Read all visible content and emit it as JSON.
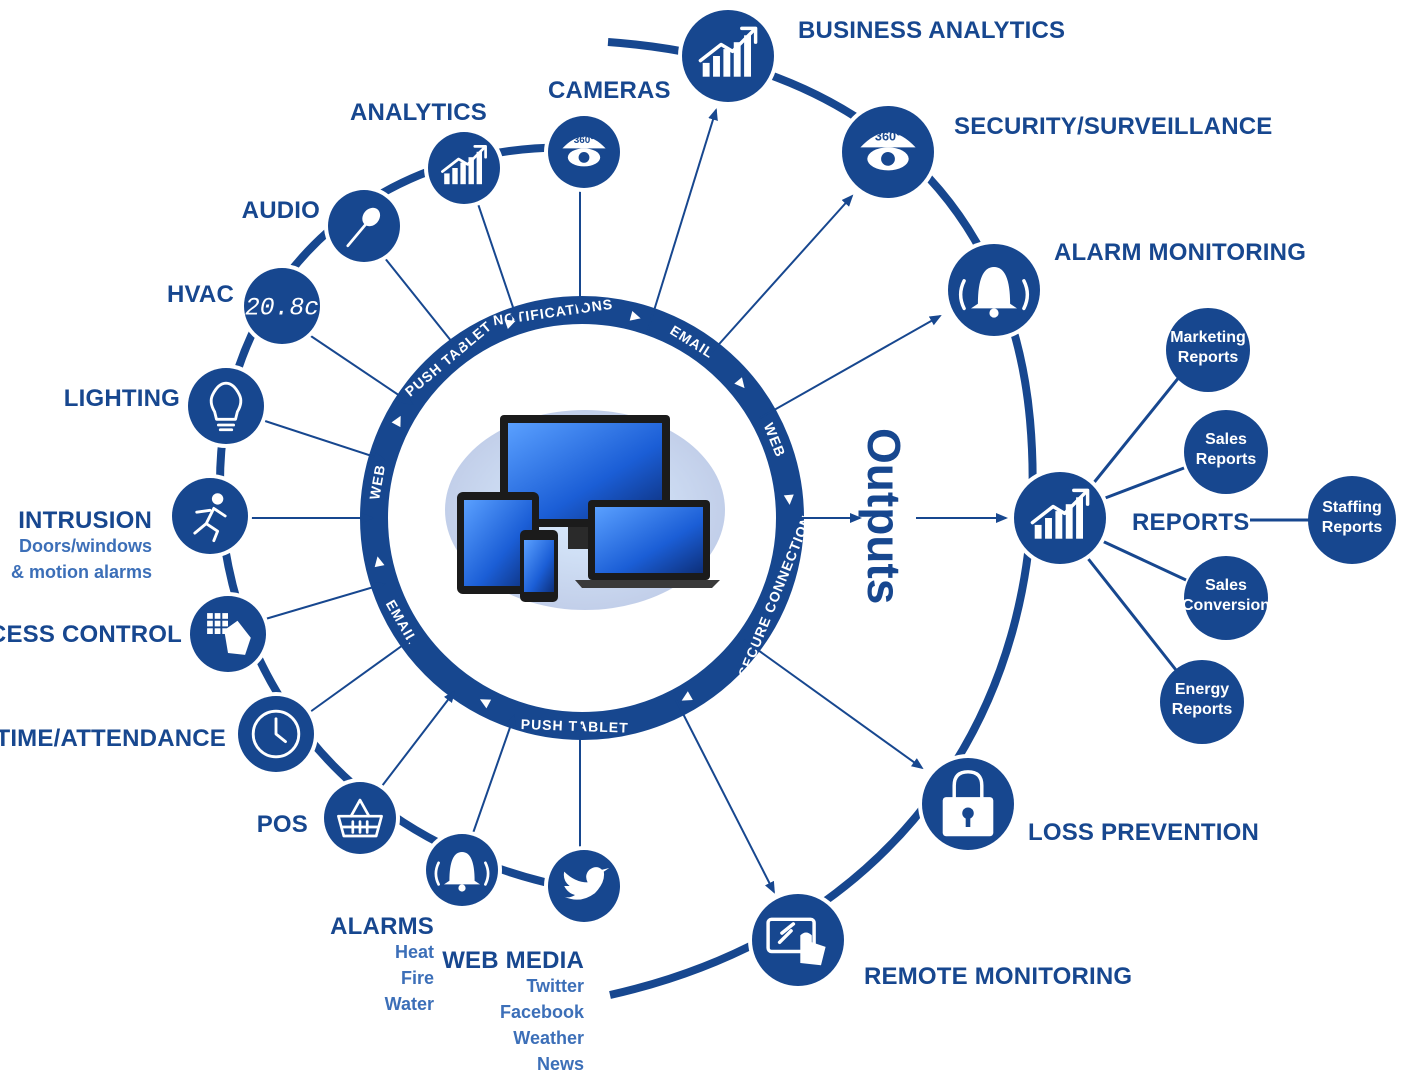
{
  "center": {
    "ring_labels": [
      "NOTIFICATIONS",
      "EMAIL",
      "WEB",
      "SECURE CONNECTION",
      "PUSH TABLET",
      "EMAIL",
      "WEB",
      "PUSH TABLET"
    ]
  },
  "inputs": [
    {
      "key": "cameras",
      "label": "CAMERAS",
      "icon": "camera-360-icon"
    },
    {
      "key": "analytics",
      "label": "ANALYTICS",
      "icon": "chart-up-icon"
    },
    {
      "key": "audio",
      "label": "AUDIO",
      "icon": "microphone-icon"
    },
    {
      "key": "hvac",
      "label": "HVAC",
      "icon": "thermostat-icon",
      "display": "20.8c"
    },
    {
      "key": "lighting",
      "label": "LIGHTING",
      "icon": "lightbulb-icon"
    },
    {
      "key": "intrusion",
      "label": "INTRUSION",
      "sub": [
        "Doors/windows",
        "& motion alarms"
      ],
      "icon": "running-person-icon"
    },
    {
      "key": "access",
      "label": "ACCESS CONTROL",
      "icon": "keypad-hand-icon"
    },
    {
      "key": "time",
      "label": "TIME/ATTENDANCE",
      "icon": "clock-icon"
    },
    {
      "key": "pos",
      "label": "POS",
      "icon": "basket-icon"
    },
    {
      "key": "alarms",
      "label": "ALARMS",
      "sub": [
        "Heat",
        "Fire",
        "Water"
      ],
      "icon": "bell-icon"
    },
    {
      "key": "webmedia",
      "label": "WEB MEDIA",
      "sub": [
        "Twitter",
        "Facebook",
        "Weather",
        "News"
      ],
      "icon": "twitter-bird-icon"
    }
  ],
  "outputs_title": "Outputs",
  "outputs": [
    {
      "key": "business",
      "label": "BUSINESS ANALYTICS",
      "icon": "chart-up-icon"
    },
    {
      "key": "security",
      "label": "SECURITY/SURVEILLANCE",
      "icon": "camera-360-icon"
    },
    {
      "key": "alarm",
      "label": "ALARM MONITORING",
      "icon": "bell-icon"
    },
    {
      "key": "reports",
      "label": "REPORTS",
      "icon": "chart-up-icon"
    },
    {
      "key": "loss",
      "label": "LOSS PREVENTION",
      "icon": "padlock-icon"
    },
    {
      "key": "remote",
      "label": "REMOTE MONITORING",
      "icon": "touch-screen-icon"
    }
  ],
  "reports": [
    {
      "key": "marketing",
      "lines": [
        "Marketing",
        "Reports"
      ]
    },
    {
      "key": "sales",
      "lines": [
        "Sales",
        "Reports"
      ]
    },
    {
      "key": "staffing",
      "lines": [
        "Staffing",
        "Reports"
      ]
    },
    {
      "key": "conversion",
      "lines": [
        "Sales",
        "Conversion"
      ]
    },
    {
      "key": "energy",
      "lines": [
        "Energy",
        "Reports"
      ]
    }
  ],
  "colors": {
    "primary": "#17478f",
    "accent": "#3c6fb8",
    "background": "#ffffff"
  }
}
